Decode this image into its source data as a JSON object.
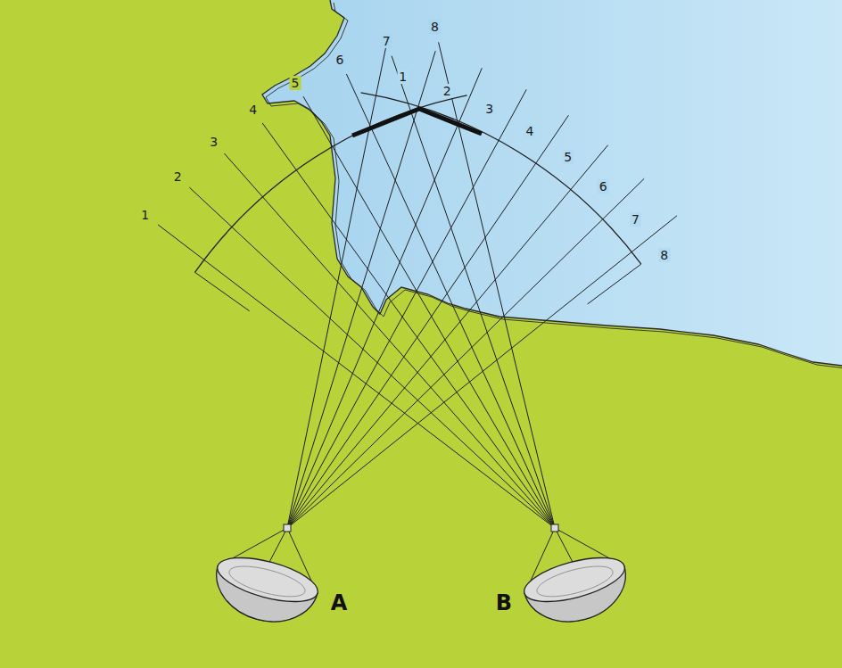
{
  "diagram": {
    "labels": [
      "1",
      "2",
      "3",
      "4",
      "5",
      "6",
      "7",
      "8",
      "1",
      "2",
      "3",
      "4",
      "5",
      "6",
      "7",
      "8",
      "A",
      "B"
    ]
  }
}
